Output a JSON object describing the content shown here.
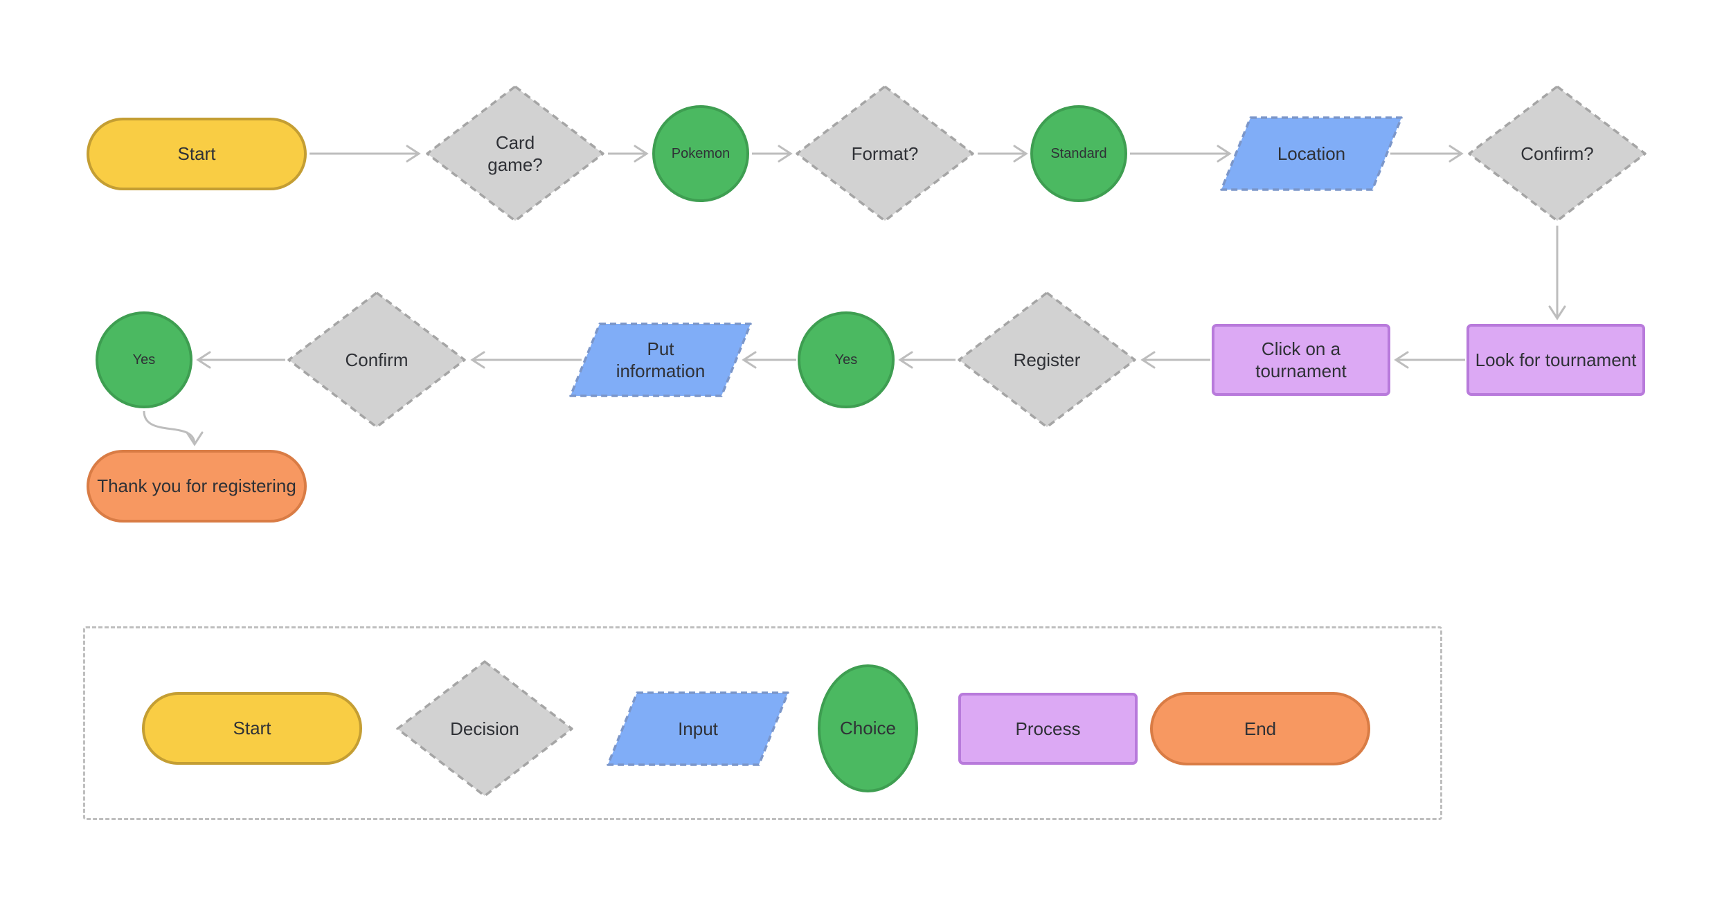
{
  "palette": {
    "background": "#FFFFFF",
    "start_fill": "#F9CD44",
    "start_border": "#C49E33",
    "decision_fill": "#D2D2D2",
    "decision_border": "#A5A5A5",
    "choice_fill": "#4BB961",
    "choice_border": "#3E9E51",
    "input_fill": "#80ADF7",
    "input_border": "#7B96C9",
    "process_fill": "#DCA9F4",
    "process_border": "#B87ADB",
    "end_fill": "#F79861",
    "end_border": "#D97C45",
    "arrow": "#BDBDBD",
    "text": "#2F3136",
    "legend_border": "#BEBEBE"
  },
  "flowchart": {
    "nodes": [
      {
        "id": "start",
        "type": "start",
        "label": "Start"
      },
      {
        "id": "card-game",
        "type": "decision",
        "label": "Card game?"
      },
      {
        "id": "pokemon",
        "type": "choice",
        "label": "Pokemon"
      },
      {
        "id": "format",
        "type": "decision",
        "label": "Format?"
      },
      {
        "id": "standard",
        "type": "choice",
        "label": "Standard"
      },
      {
        "id": "location",
        "type": "input",
        "label": "Location"
      },
      {
        "id": "confirm-q",
        "type": "decision",
        "label": "Confirm?"
      },
      {
        "id": "look",
        "type": "process",
        "label": "Look for tournament"
      },
      {
        "id": "click",
        "type": "process",
        "label": "Click on a tournament"
      },
      {
        "id": "register",
        "type": "decision",
        "label": "Register"
      },
      {
        "id": "yes-2",
        "type": "choice",
        "label": "Yes"
      },
      {
        "id": "put-info",
        "type": "input",
        "label": "Put information"
      },
      {
        "id": "confirm",
        "type": "decision",
        "label": "Confirm"
      },
      {
        "id": "yes-1",
        "type": "choice",
        "label": "Yes"
      },
      {
        "id": "thank-you",
        "type": "end",
        "label": "Thank you for registering"
      }
    ],
    "edges": [
      {
        "from": "start",
        "to": "card-game"
      },
      {
        "from": "card-game",
        "to": "pokemon"
      },
      {
        "from": "pokemon",
        "to": "format"
      },
      {
        "from": "format",
        "to": "standard"
      },
      {
        "from": "standard",
        "to": "location"
      },
      {
        "from": "location",
        "to": "confirm-q"
      },
      {
        "from": "confirm-q",
        "to": "look"
      },
      {
        "from": "look",
        "to": "click"
      },
      {
        "from": "click",
        "to": "register"
      },
      {
        "from": "register",
        "to": "yes-2"
      },
      {
        "from": "yes-2",
        "to": "put-info"
      },
      {
        "from": "put-info",
        "to": "confirm"
      },
      {
        "from": "confirm",
        "to": "yes-1"
      },
      {
        "from": "yes-1",
        "to": "thank-you"
      }
    ]
  },
  "legend": {
    "items": [
      {
        "type": "start",
        "label": "Start"
      },
      {
        "type": "decision",
        "label": "Decision"
      },
      {
        "type": "input",
        "label": "Input"
      },
      {
        "type": "choice",
        "label": "Choice"
      },
      {
        "type": "process",
        "label": "Process"
      },
      {
        "type": "end",
        "label": "End"
      }
    ]
  }
}
